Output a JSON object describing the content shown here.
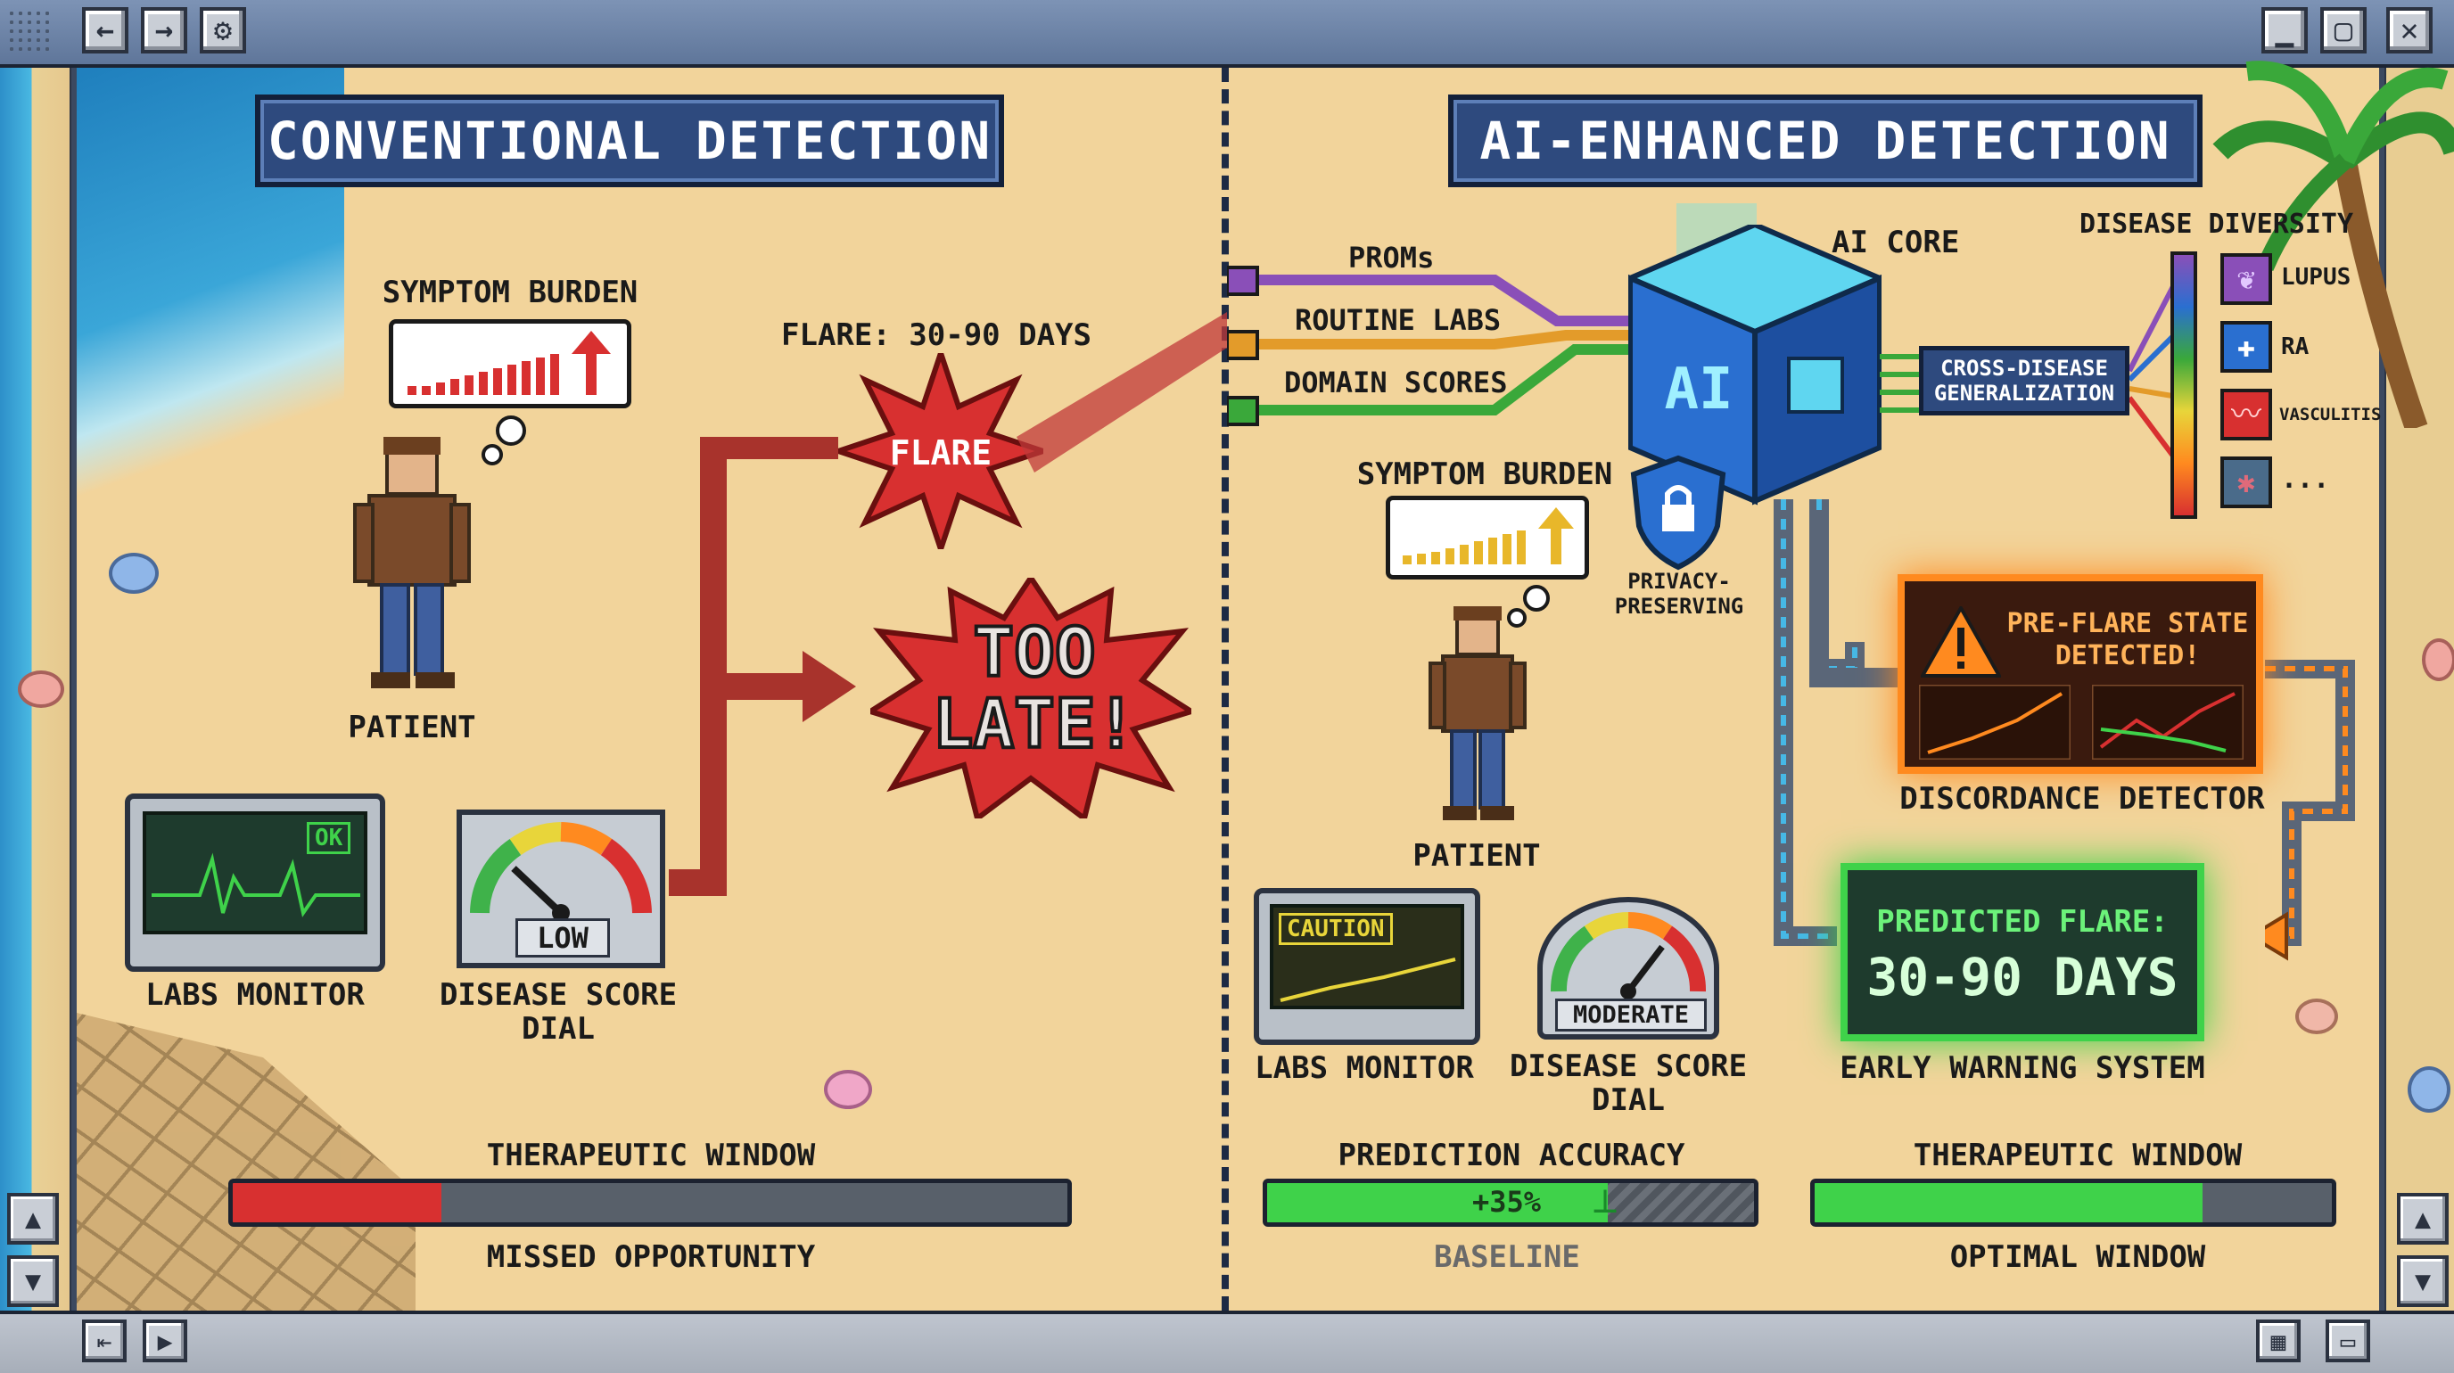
{
  "colors": {
    "conventional_header_bg": "#2e4a7e",
    "flare_red": "#d83030",
    "arrow_red": "#a8332c",
    "ai_green": "#3fd24a",
    "warning_orange": "#ff8a1f",
    "sand": "#f2d49b"
  },
  "window": {
    "icons": [
      "back-arrow-icon",
      "forward-arrow-icon",
      "gear-icon",
      "minimize-icon",
      "maximize-icon",
      "close-icon"
    ]
  },
  "left": {
    "header": "CONVENTIONAL DETECTION",
    "symptom_burden": "SYMPTOM BURDEN",
    "patient": "PATIENT",
    "flare_label": "FLARE: 30-90 DAYS",
    "flare_burst": "FLARE",
    "too_late_1": "TOO",
    "too_late_2": "LATE!",
    "labs_monitor": "LABS MONITOR",
    "labs_status": "OK",
    "dial_value": "LOW",
    "dial_label_1": "DISEASE SCORE",
    "dial_label_2": "DIAL",
    "therapeutic_window": "THERAPEUTIC WINDOW",
    "therapeutic_window_fill": 0.25,
    "missed": "MISSED OPPORTUNITY"
  },
  "right": {
    "header": "AI-ENHANCED DETECTION",
    "inputs": [
      "PROMs",
      "ROUTINE LABS",
      "DOMAIN SCORES"
    ],
    "ai_core_label": "AI CORE",
    "ai_chip": "AI",
    "privacy_1": "PRIVACY-",
    "privacy_2": "PRESERVING",
    "cross_1": "CROSS-DISEASE",
    "cross_2": "GENERALIZATION",
    "disease_diversity": "DISEASE DIVERSITY",
    "diseases": [
      "LUPUS",
      "RA",
      "VASCULITIS",
      "..."
    ],
    "symptom_burden": "SYMPTOM BURDEN",
    "patient": "PATIENT",
    "alert_1": "PRE-FLARE STATE",
    "alert_2": "DETECTED!",
    "discordance": "DISCORDANCE DETECTOR",
    "predicted_1": "PREDICTED FLARE:",
    "predicted_2": "30-90 DAYS",
    "early_warning": "EARLY WARNING SYSTEM",
    "labs_monitor": "LABS MONITOR",
    "labs_status": "CAUTION",
    "dial_value": "MODERATE",
    "dial_label_1": "DISEASE SCORE",
    "dial_label_2": "DIAL",
    "prediction_accuracy": "PREDICTION ACCURACY",
    "accuracy_gain": "+35%",
    "accuracy_fill": 0.7,
    "baseline": "BASELINE",
    "therapeutic_window": "THERAPEUTIC WINDOW",
    "therapeutic_window_fill": 0.75,
    "optimal": "OPTIMAL WINDOW"
  }
}
